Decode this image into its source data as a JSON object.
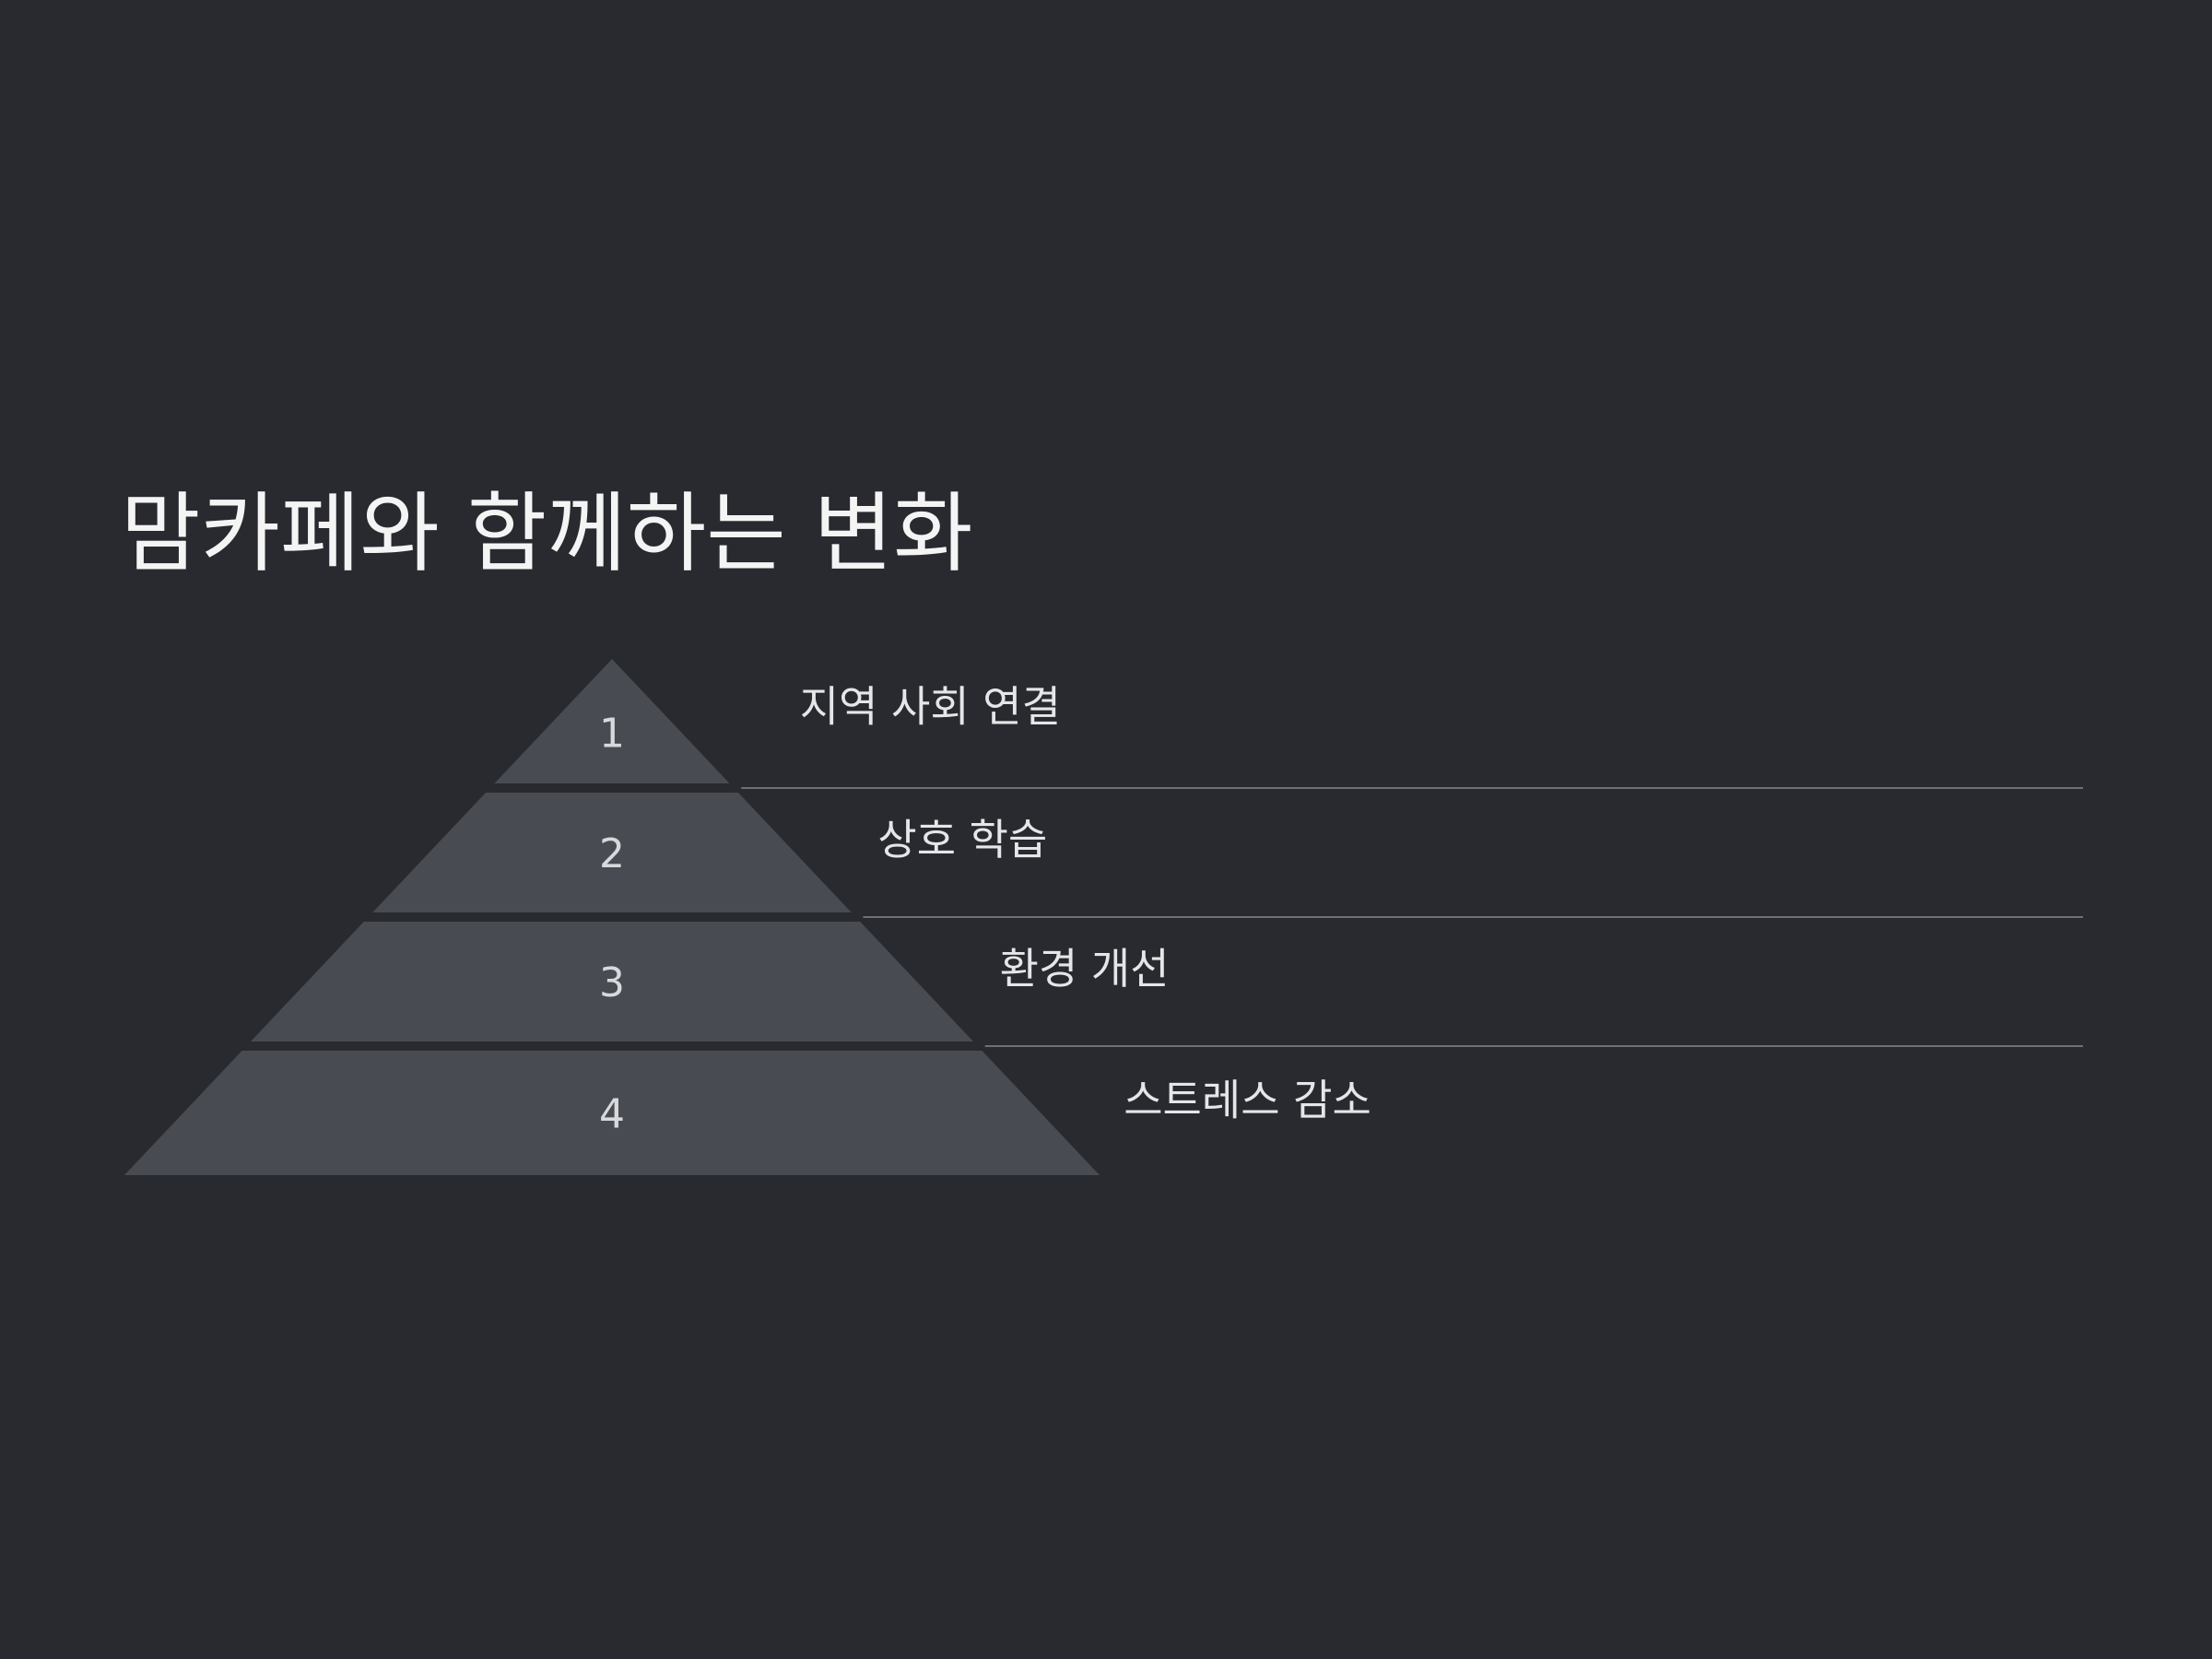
{
  "slide": {
    "title": "맘카페와 함께하는 변화"
  },
  "pyramid": {
    "tiers": [
      {
        "number": "1",
        "label": "지역 사회 연결"
      },
      {
        "number": "2",
        "label": "상호 학습"
      },
      {
        "number": "3",
        "label": "환경 개선"
      },
      {
        "number": "4",
        "label": "스트레스 감소"
      }
    ]
  },
  "colors": {
    "background": "#282a2f",
    "tier_fill": "#484b52",
    "divider": "#6d7077",
    "text": "#f2f2f2"
  }
}
